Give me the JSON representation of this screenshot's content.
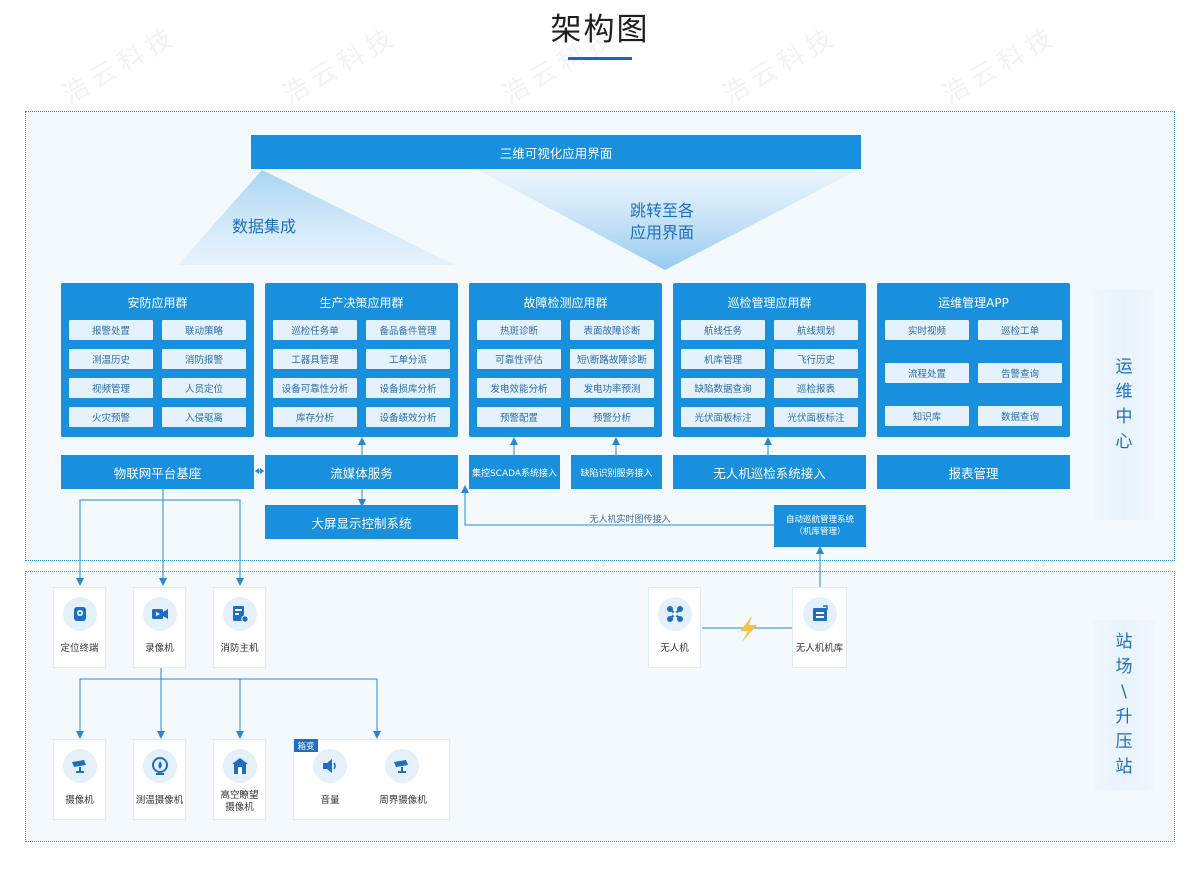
{
  "page": {
    "title": "架构图"
  },
  "top_bar": "三维可视化应用界面",
  "integration_label": "数据集成",
  "jump_label": [
    "跳转至各",
    "应用界面"
  ],
  "side_labels": {
    "center": [
      "运",
      "维",
      "中",
      "心"
    ],
    "station": [
      "站",
      "场",
      "\\",
      "升",
      "压",
      "站"
    ]
  },
  "groups": [
    {
      "title": "安防应用群",
      "items": [
        "报警处置",
        "联动策略",
        "测温历史",
        "消防报警",
        "视频管理",
        "人员定位",
        "火灾预警",
        "入侵驱离"
      ]
    },
    {
      "title": "生产决策应用群",
      "items": [
        "巡检任务单",
        "备品备件管理",
        "工器具管理",
        "工单分派",
        "设备可靠性分析",
        "设备损库分析",
        "库存分析",
        "设备绩效分析"
      ]
    },
    {
      "title": "故障检测应用群",
      "items": [
        "热斑诊断",
        "表面故障诊断",
        "可靠性评估",
        "短\\断路故障诊断",
        "发电效能分析",
        "发电功率预测",
        "预警配置",
        "预警分析"
      ]
    },
    {
      "title": "巡检管理应用群",
      "items": [
        "航线任务",
        "航线规划",
        "机库管理",
        "飞行历史",
        "缺陷数据查询",
        "巡检报表",
        "光伏面板标注",
        "光伏面板标注"
      ]
    },
    {
      "title": "运维管理APP",
      "items": [
        "实时视频",
        "巡检工单",
        "流程处置",
        "告警查询",
        "知识库",
        "数据查询"
      ]
    }
  ],
  "services": {
    "iot": "物联网平台基座",
    "media": "流媒体服务",
    "scada": "集控SCADA系统接入",
    "defect": "缺陷识别服务接入",
    "uav_access": "无人机巡检系统接入",
    "report": "报表管理",
    "screen": "大屏显示控制系统",
    "auto_inspect": [
      "自动巡航管理系统",
      "（机库管理）"
    ],
    "uav_stream": "无人机实时图传接入"
  },
  "devices_row1": [
    "定位终端",
    "录像机",
    "消防主机"
  ],
  "devices_uav": [
    "无人机",
    "无人机机库"
  ],
  "devices_row2": [
    {
      "label": [
        "摄像机"
      ]
    },
    {
      "label": [
        "测温摄像机"
      ]
    },
    {
      "label": [
        "高空瞭望",
        "摄像机"
      ]
    }
  ],
  "box_substation": {
    "tag": "箱变",
    "items": [
      "音量",
      "周界摄像机"
    ]
  },
  "watermark": "浩云科技",
  "colors": {
    "primary": "#1890de",
    "accent": "#1f6fc0",
    "lightning": "#f5c342"
  }
}
